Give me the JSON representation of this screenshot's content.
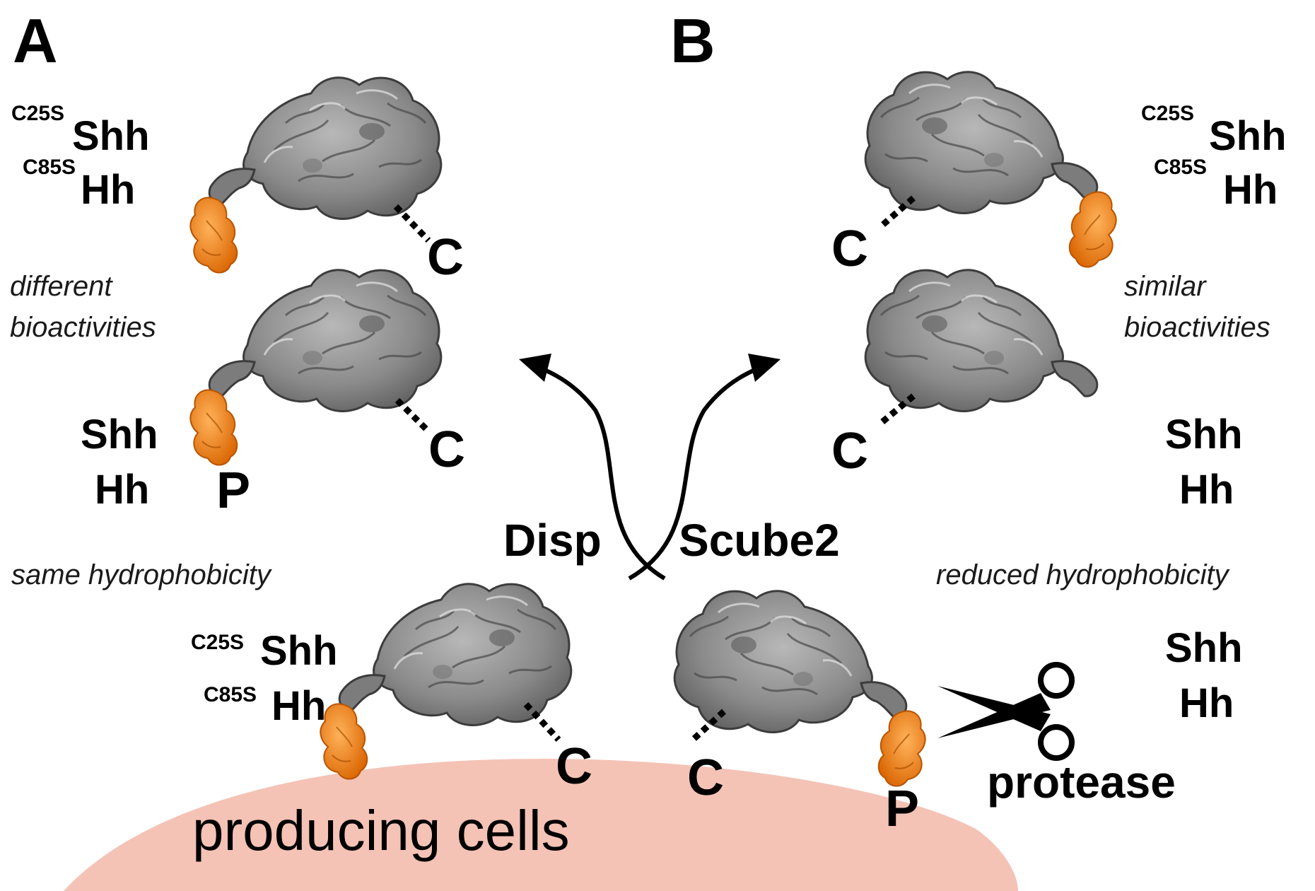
{
  "panels": {
    "a": "A",
    "b": "B"
  },
  "mutant": {
    "shh_prefix": "C25S",
    "shh": "Shh",
    "hh_prefix": "C85S",
    "hh": "Hh"
  },
  "native": {
    "shh": "Shh",
    "hh": "Hh"
  },
  "termini": {
    "c": "C",
    "p": "P"
  },
  "notes": {
    "different": "different",
    "bioactivities_a": "bioactivities",
    "similar": "similar",
    "bioactivities_b": "bioactivities",
    "same_hydrophobicity": "same hydrophobicity",
    "reduced_hydrophobicity": "reduced hydrophobicity"
  },
  "mechanisms": {
    "left": "Disp",
    "right": "Scube2"
  },
  "protease": "protease",
  "cells": "producing cells",
  "colors": {
    "protein": "#8c8c8c",
    "lipid": "#f07e12",
    "cell": "#f4c3b6",
    "ink": "#000000"
  }
}
